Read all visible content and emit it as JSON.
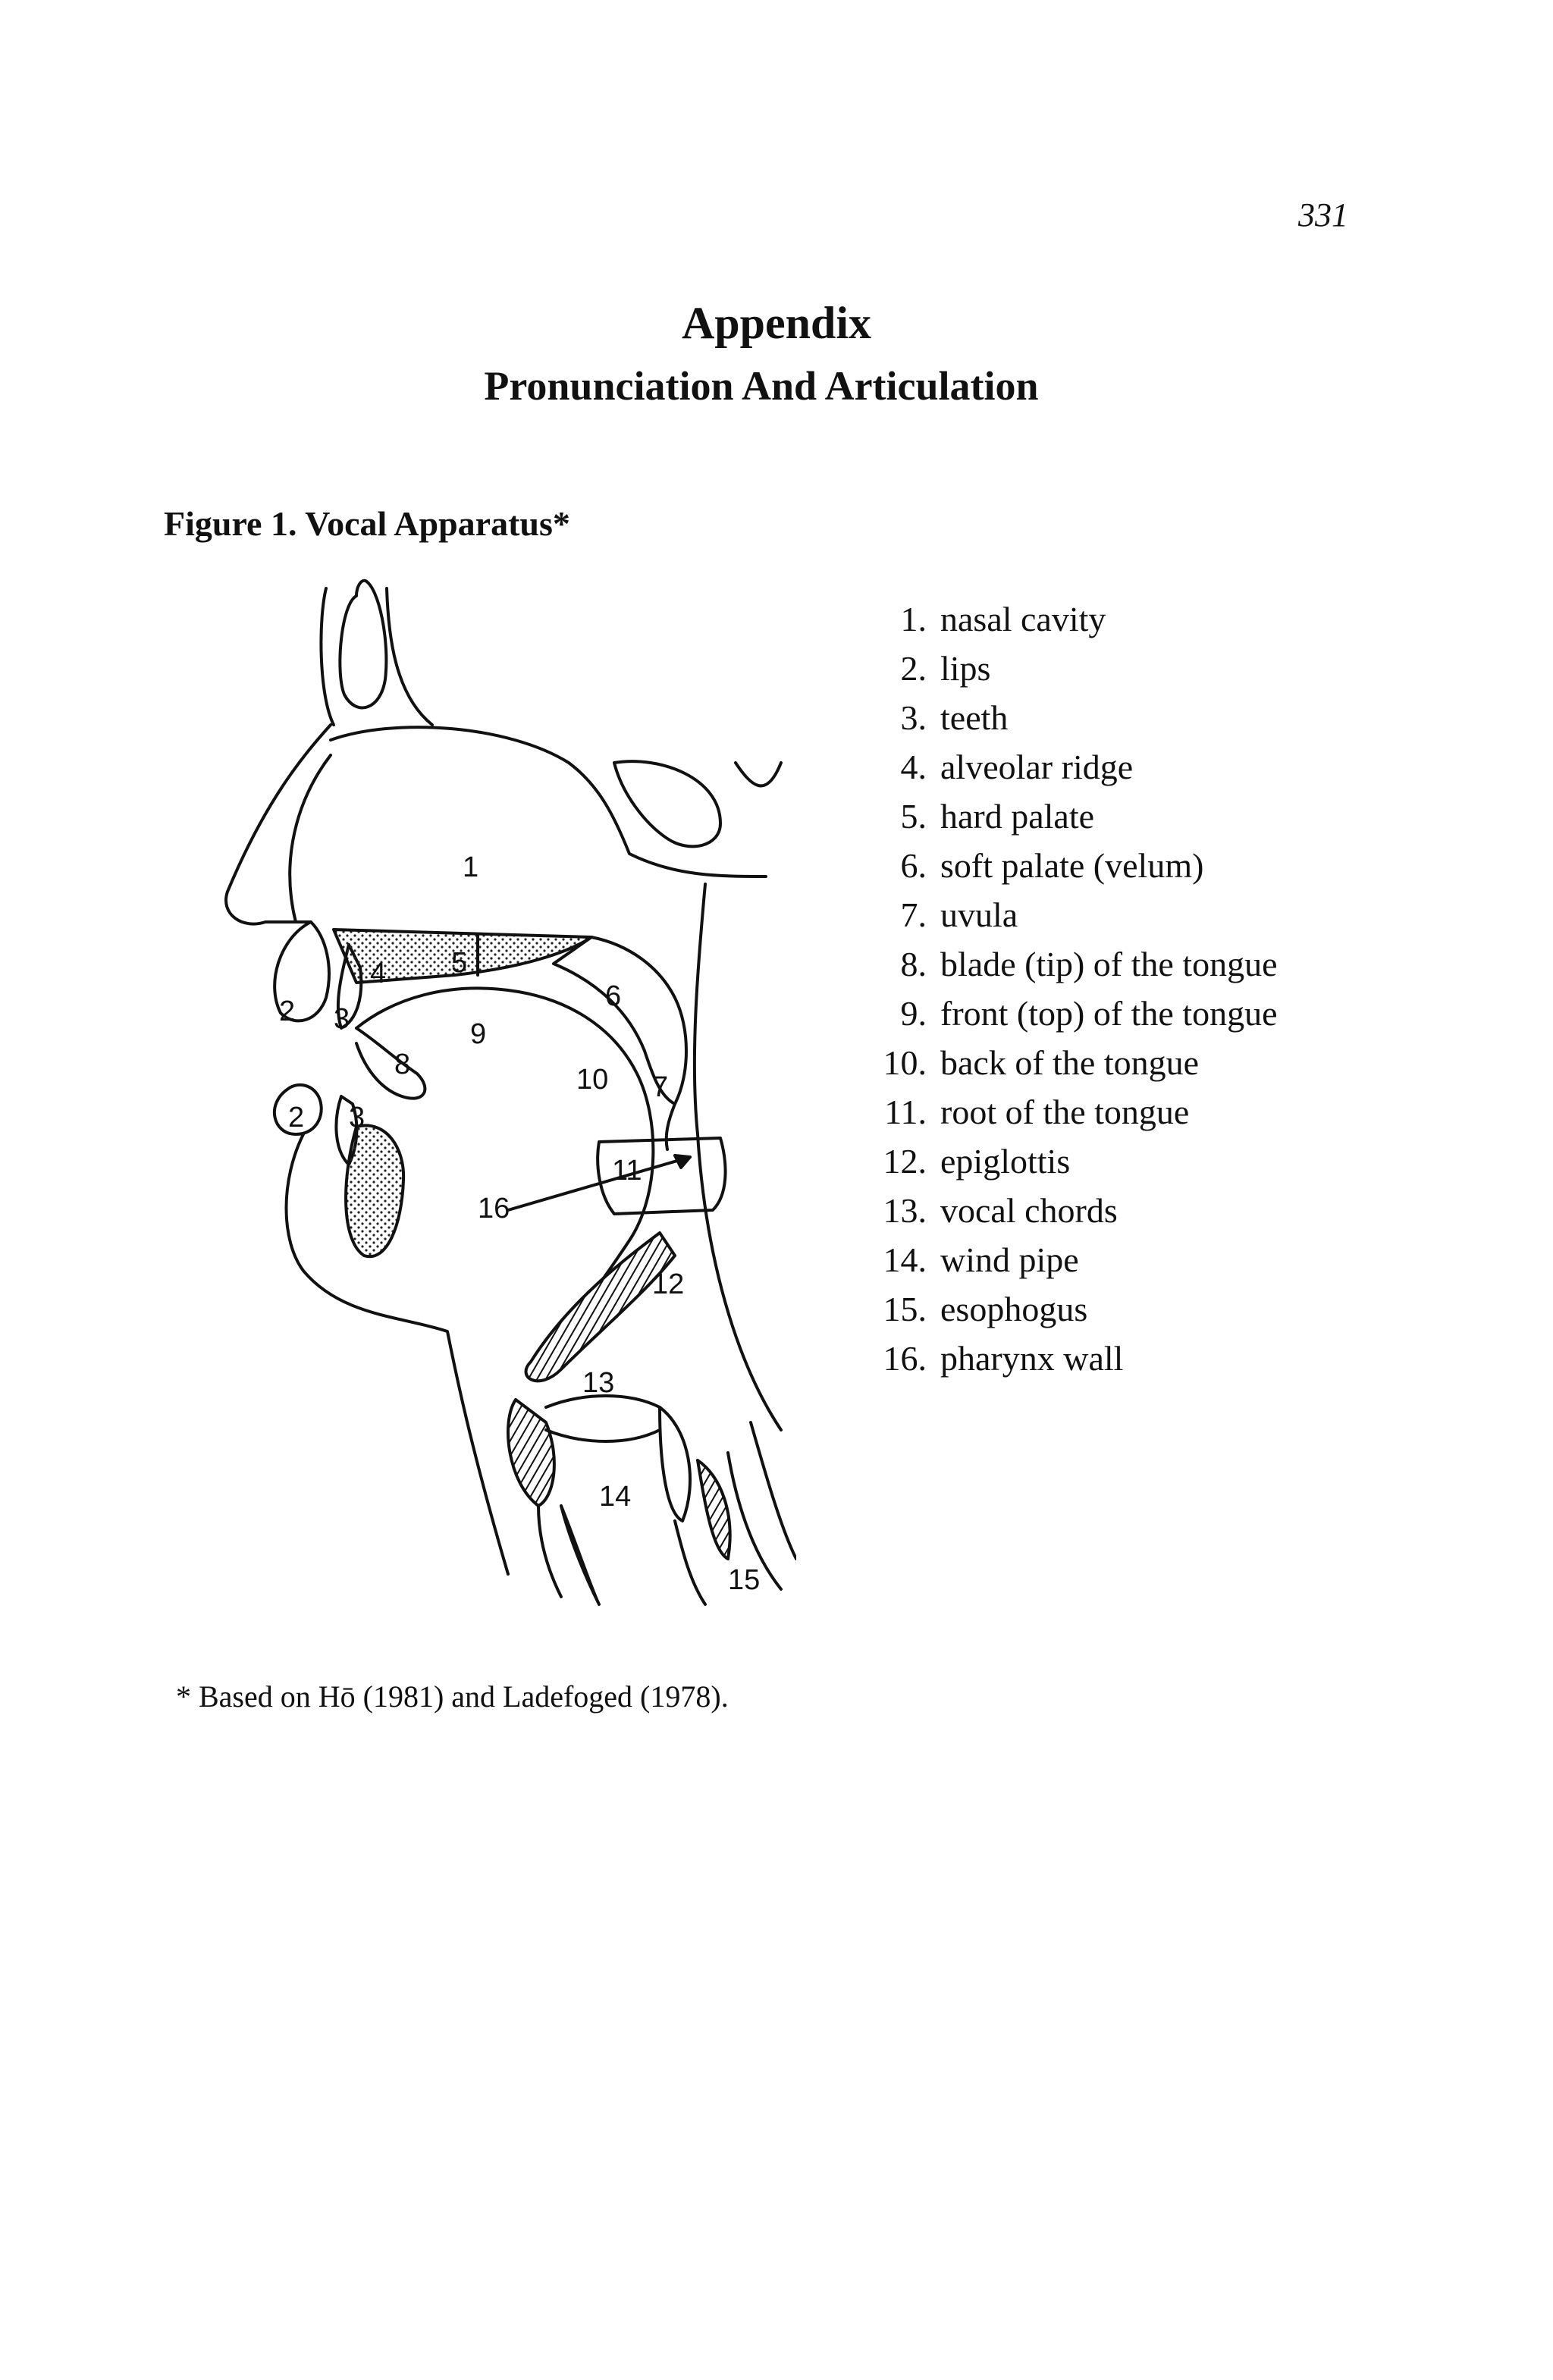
{
  "page": {
    "number": "331",
    "title": "Appendix",
    "subtitle": "Pronunciation And Articulation",
    "figure_caption": "Figure 1. Vocal Apparatus*",
    "footnote": "* Based on Hō (1981) and Ladefoged (1978)."
  },
  "diagram": {
    "labels": [
      "1",
      "2",
      "3",
      "4",
      "5",
      "6",
      "7",
      "8",
      "9",
      "10",
      "11",
      "12",
      "13",
      "14",
      "15",
      "16",
      "2",
      "3"
    ]
  },
  "legend": [
    {
      "num": "1.",
      "text": "nasal cavity"
    },
    {
      "num": "2.",
      "text": "lips"
    },
    {
      "num": "3.",
      "text": "teeth"
    },
    {
      "num": "4.",
      "text": "alveolar ridge"
    },
    {
      "num": "5.",
      "text": "hard palate"
    },
    {
      "num": "6.",
      "text": "soft palate (velum)"
    },
    {
      "num": "7.",
      "text": "uvula"
    },
    {
      "num": "8.",
      "text": "blade (tip) of the tongue"
    },
    {
      "num": "9.",
      "text": "front (top) of the tongue"
    },
    {
      "num": "10.",
      "text": "back of the tongue"
    },
    {
      "num": "11.",
      "text": "root of the tongue"
    },
    {
      "num": "12.",
      "text": "epiglottis"
    },
    {
      "num": "13.",
      "text": "vocal chords"
    },
    {
      "num": "14.",
      "text": "wind pipe"
    },
    {
      "num": "15.",
      "text": "esophogus"
    },
    {
      "num": "16.",
      "text": "pharynx wall"
    }
  ]
}
